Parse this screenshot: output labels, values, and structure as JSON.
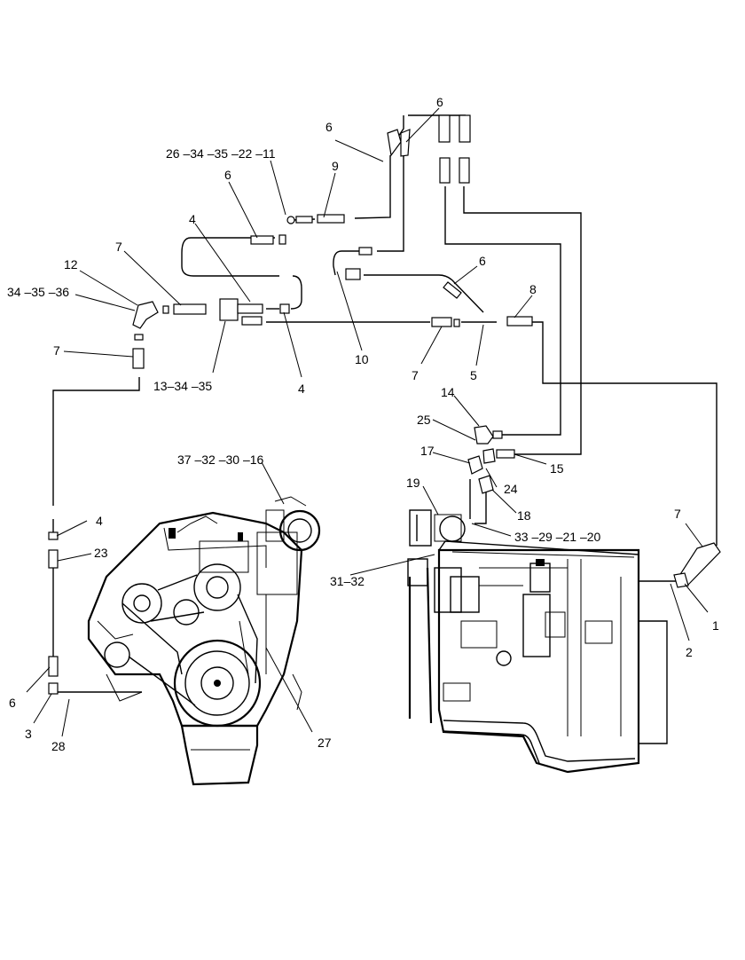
{
  "callouts": [
    {
      "id": "c6a",
      "text": "6"
    },
    {
      "id": "c6b",
      "text": "6"
    },
    {
      "id": "c26",
      "text": "26 –34 –35 –22 –11"
    },
    {
      "id": "c6c",
      "text": "6"
    },
    {
      "id": "c9",
      "text": "9"
    },
    {
      "id": "c4a",
      "text": "4"
    },
    {
      "id": "c7a",
      "text": "7"
    },
    {
      "id": "c12",
      "text": "12"
    },
    {
      "id": "c34",
      "text": "34 –35 –36"
    },
    {
      "id": "c6d",
      "text": "6"
    },
    {
      "id": "c8",
      "text": "8"
    },
    {
      "id": "c7b",
      "text": "7"
    },
    {
      "id": "c13",
      "text": "13–34 –35"
    },
    {
      "id": "c4b",
      "text": "4"
    },
    {
      "id": "c10",
      "text": "10"
    },
    {
      "id": "c7c",
      "text": "7"
    },
    {
      "id": "c5",
      "text": "5"
    },
    {
      "id": "c14",
      "text": "14"
    },
    {
      "id": "c25",
      "text": "25"
    },
    {
      "id": "c17",
      "text": "17"
    },
    {
      "id": "c15",
      "text": "15"
    },
    {
      "id": "c24",
      "text": "24"
    },
    {
      "id": "c19",
      "text": "19"
    },
    {
      "id": "c18",
      "text": "18"
    },
    {
      "id": "c37",
      "text": "37 –32 –30 –16"
    },
    {
      "id": "c33",
      "text": "33 –29 –21 –20"
    },
    {
      "id": "c4c",
      "text": "4"
    },
    {
      "id": "c23",
      "text": "23"
    },
    {
      "id": "c7d",
      "text": "7"
    },
    {
      "id": "c31",
      "text": "31–32"
    },
    {
      "id": "c1",
      "text": "1"
    },
    {
      "id": "c2",
      "text": "2"
    },
    {
      "id": "c6e",
      "text": "6"
    },
    {
      "id": "c3",
      "text": "3"
    },
    {
      "id": "c28",
      "text": "28"
    },
    {
      "id": "c27",
      "text": "27"
    }
  ]
}
